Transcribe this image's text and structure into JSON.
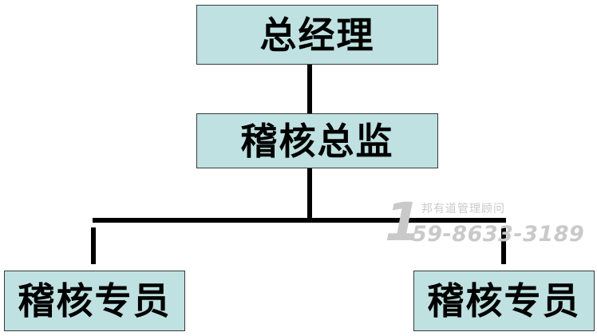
{
  "org_chart": {
    "top": {
      "label": "总经理"
    },
    "middle": {
      "label": "稽核总监"
    },
    "left_child": {
      "label": "稽核专员"
    },
    "right_child": {
      "label": "稽核专员"
    }
  },
  "watermark": {
    "big_digit": "1",
    "company": "邦有道管理顾问",
    "phone": "59-8633-3189"
  },
  "colors": {
    "box_fill": "#bfe1e1",
    "box_border": "#3a3a3a",
    "connector": "#000000",
    "watermark": "#c9c9c9"
  }
}
